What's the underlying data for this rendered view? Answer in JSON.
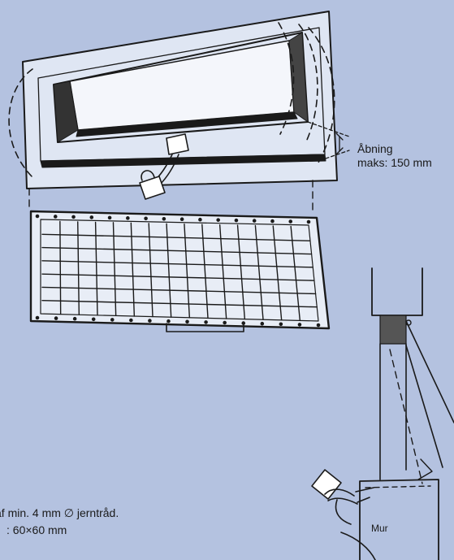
{
  "labels": {
    "opening_line1": "Åbning",
    "opening_line2": "maks: 150 mm",
    "wire_note": "af min. 4 mm ∅ jerntråd.",
    "mesh_note": ": 60×60 mm",
    "wall": "Mur"
  },
  "colors": {
    "background": "#b4c2e0",
    "frame_fill": "#dfe6f3",
    "ink": "#1a1a1a"
  }
}
